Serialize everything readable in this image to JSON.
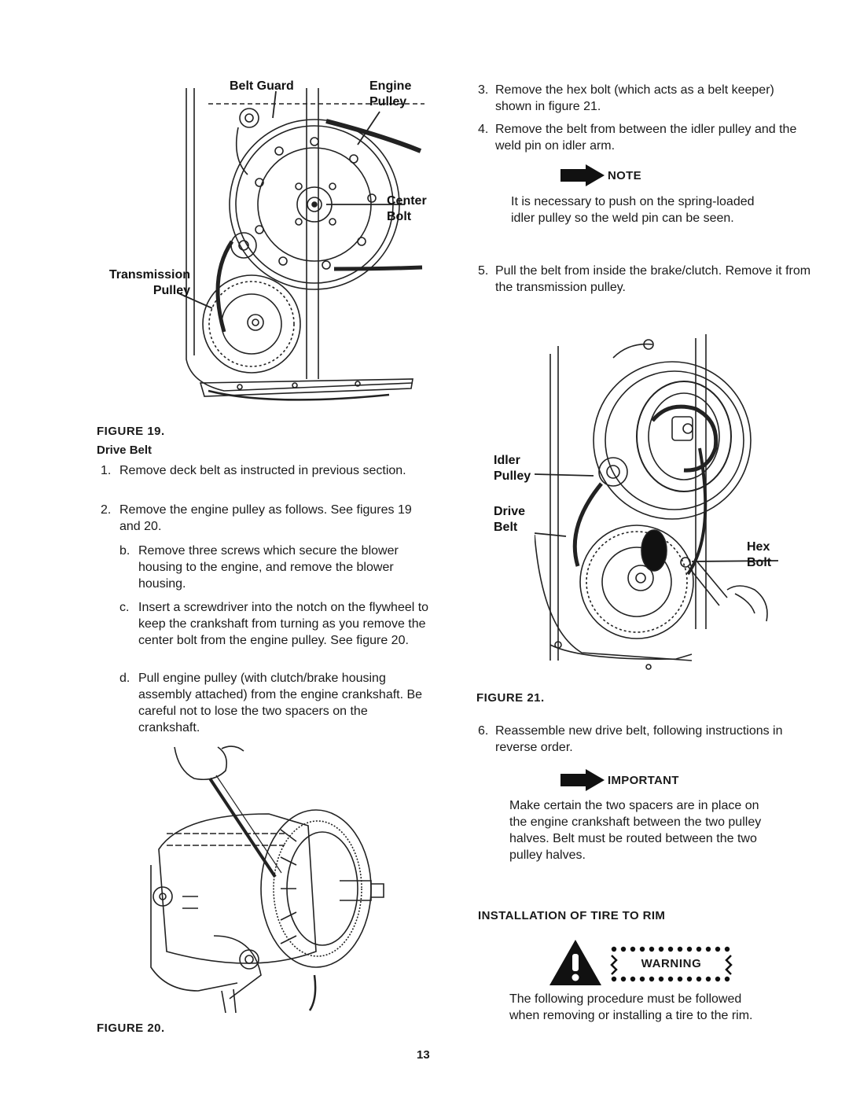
{
  "figure19": {
    "callouts": {
      "belt_guard": "Belt Guard",
      "engine_pulley": "Engine Pulley",
      "center_bolt": "Center Bolt",
      "transmission_pulley": "Transmission Pulley"
    },
    "caption": "FIGURE 19."
  },
  "drive_belt": {
    "heading": "Drive Belt",
    "steps": [
      {
        "num": "1.",
        "text": "Remove deck belt as instructed in previous section."
      },
      {
        "num": "2.",
        "text": "Remove the engine pulley as follows. See figures 19 and 20."
      }
    ],
    "substeps": [
      {
        "num": "b.",
        "text": "Remove three screws which secure the blower housing to the engine, and remove the blower housing."
      },
      {
        "num": "c.",
        "text": "Insert a screwdriver into the notch on the flywheel to keep the crankshaft from turning as you remove the center bolt from the engine pulley. See figure 20."
      },
      {
        "num": "d.",
        "text": "Pull engine pulley (with clutch/brake housing assembly attached) from the engine crankshaft. Be careful not to lose the two spacers on the crankshaft."
      }
    ]
  },
  "figure20": {
    "caption": "FIGURE 20."
  },
  "right_steps": [
    {
      "num": "3.",
      "text": "Remove the hex bolt (which acts as a belt keeper) shown in figure 21."
    },
    {
      "num": "4.",
      "text": "Remove the belt from between the idler pulley and the weld pin on idler arm."
    }
  ],
  "note": {
    "label": "NOTE",
    "text": "It is necessary to push on the spring-loaded idler pulley so the weld pin can be seen."
  },
  "step5": {
    "num": "5.",
    "text": "Pull the belt from inside the brake/clutch. Remove it from the transmission pulley."
  },
  "figure21": {
    "callouts": {
      "idler_pulley": "Idler Pulley",
      "drive_belt": "Drive Belt",
      "hex_bolt": "Hex Bolt"
    },
    "caption": "FIGURE 21."
  },
  "step6": {
    "num": "6.",
    "text": "Reassemble new drive belt, following instructions in reverse order."
  },
  "important": {
    "label": "IMPORTANT",
    "text": "Make certain the two spacers are in place on the engine crankshaft between the two pulley halves. Belt must be routed between the two pulley halves."
  },
  "installation": {
    "title": "INSTALLATION OF TIRE TO RIM",
    "warning_label": "WARNING",
    "warning_text": "The following procedure must be followed when removing or installing a tire to the rim."
  },
  "page_number": "13"
}
